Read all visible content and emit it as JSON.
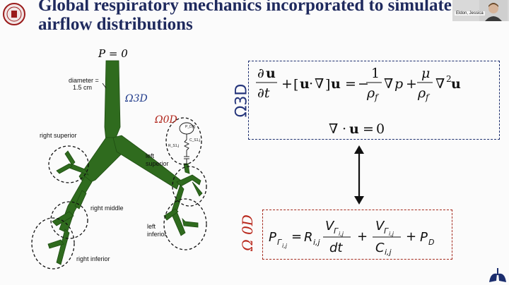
{
  "slide": {
    "title_line1": "Global respiratory mechanics incorporated to simulate",
    "title_line2": "airflow distributions"
  },
  "video": {
    "participant_name": "Eldon, Jessica"
  },
  "diagram": {
    "outlet_pressure": "P = 0",
    "diameter_line1": "diameter =",
    "diameter_line2": "1.5 cm",
    "omega_3d_label": "Ω3D",
    "omega_0d_label": "Ω0D",
    "right_superior": "right superior",
    "right_middle": "right middle",
    "right_inferior": "right inferior",
    "left_superior": "left\nsuperior",
    "left_inferior": "left\ninferior",
    "circuit_p": "P_D(t)",
    "circuit_r": "R_S1,j",
    "circuit_c": "C_S1,j"
  },
  "equations": {
    "box1_label": "Ω3D",
    "box2_label": "Ω 0D",
    "navier_stokes": "∂u/∂t + [u·∇]u = −(1/ρf)∇p + (μ/ρf)∇²u",
    "continuity": "∇ · u = 0",
    "lumped": "PΓi,j = Ri,j VΓi,j/dt + VΓi,j/Ci,j + PD"
  },
  "colors": {
    "title": "#1f2a5e",
    "airway": "#2f6b1e",
    "box1_border": "#1c2e6e",
    "box2_border": "#a52a1e"
  }
}
